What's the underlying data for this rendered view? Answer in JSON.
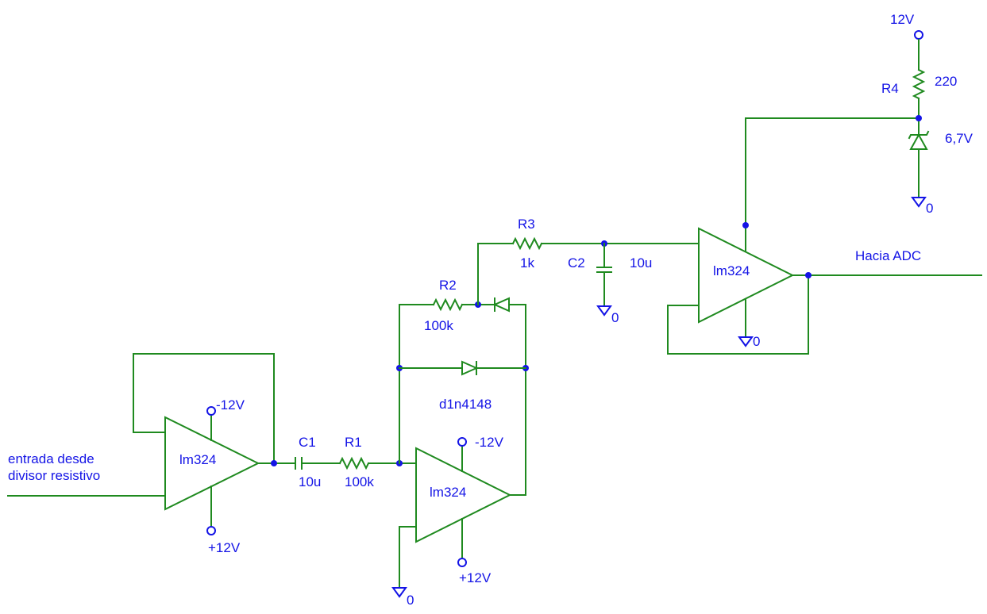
{
  "colors": {
    "wire": "#1f8a1f",
    "label": "#1414e6",
    "background": "#ffffff"
  },
  "input": {
    "line1": "entrada desde",
    "line2": "divisor resistivo"
  },
  "op1": {
    "name": "lm324",
    "neg_supply": "-12V",
    "pos_supply": "+12V"
  },
  "c1": {
    "ref": "C1",
    "value": "10u"
  },
  "r1": {
    "ref": "R1",
    "value": "100k"
  },
  "op2": {
    "name": "lm324",
    "neg_supply": "-12V",
    "pos_supply": "+12V",
    "gnd": "0"
  },
  "r2": {
    "ref": "R2",
    "value": "100k"
  },
  "diode": {
    "model": "d1n4148"
  },
  "r3": {
    "ref": "R3",
    "value": "1k"
  },
  "c2": {
    "ref": "C2",
    "value": "10u",
    "gnd": "0"
  },
  "op3": {
    "name": "lm324",
    "gnd": "0"
  },
  "output": {
    "label": "Hacia ADC"
  },
  "supply": {
    "label": "12V"
  },
  "r4": {
    "ref": "R4",
    "value": "220"
  },
  "zener": {
    "value": "6,7V",
    "gnd": "0"
  }
}
